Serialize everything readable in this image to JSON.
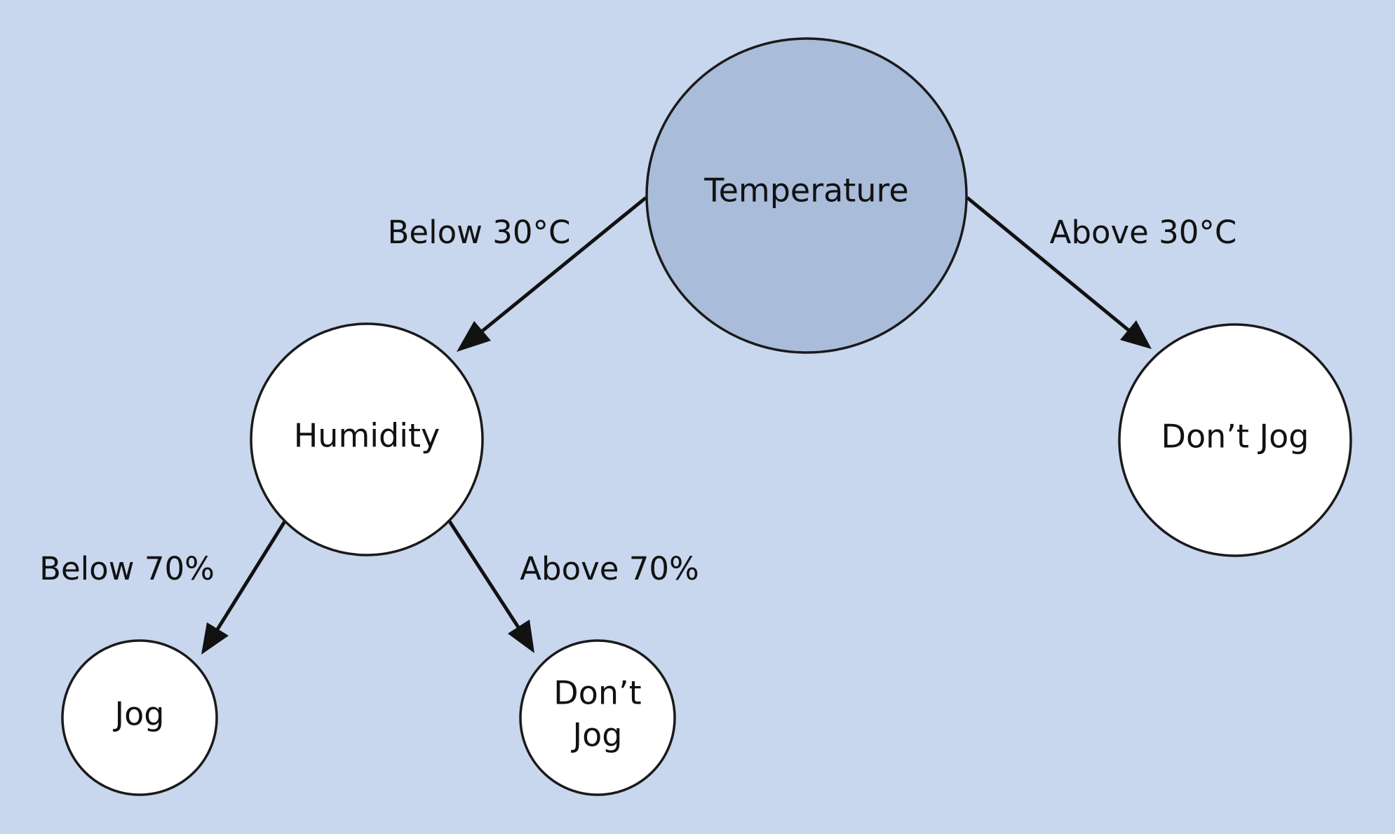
{
  "colors": {
    "background": "#c8d6ee",
    "root_fill": "#a9bcd9",
    "leaf_fill": "#ffffff",
    "stroke": "#111111"
  },
  "nodes": {
    "temperature": {
      "label": "Temperature"
    },
    "humidity": {
      "label": "Humidity"
    },
    "dont_jog_right": {
      "label": "Don’t Jog"
    },
    "jog": {
      "label": "Jog"
    },
    "dont_jog_bottom": {
      "line1": "Don’t",
      "line2": "Jog"
    }
  },
  "edges": {
    "temp_to_humidity": {
      "label": "Below 30°C"
    },
    "temp_to_dont_jog": {
      "label": "Above 30°C"
    },
    "humidity_to_jog": {
      "label": "Below 70%"
    },
    "humidity_to_dont_jog": {
      "label": "Above 70%"
    }
  }
}
